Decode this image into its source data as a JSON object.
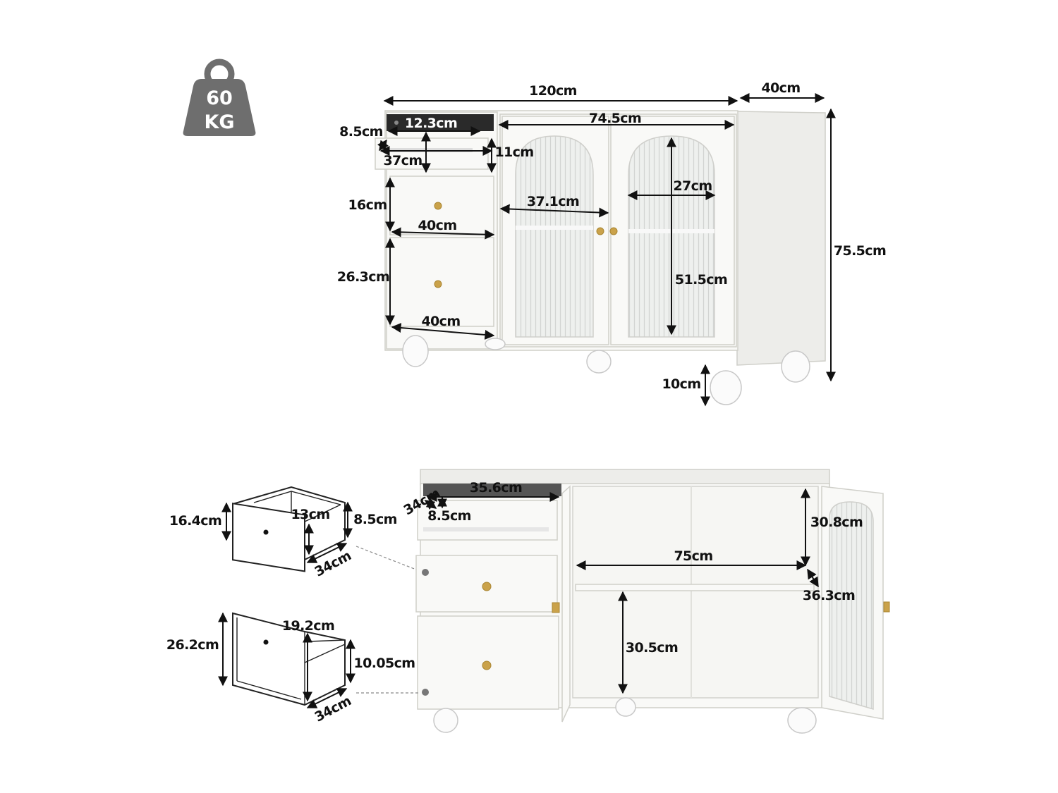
{
  "weight_badge": {
    "line1": "60",
    "line2": "KG"
  },
  "top_view": {
    "width": "120cm",
    "depth": "40cm",
    "height": "75.5cm",
    "tray_width": "12.3cm",
    "tray_height": "8.5cm",
    "pullout_width": "37cm",
    "pullout_height": "11cm",
    "cabinet_width": "74.5cm",
    "door_width": "37.1cm",
    "glass_width": "27cm",
    "glass_height": "51.5cm",
    "drawer1_height": "16cm",
    "drawer1_width": "40cm",
    "drawer2_height": "26.3cm",
    "drawer2_width": "40cm",
    "leg_height": "10cm"
  },
  "bottom_view": {
    "top_drawer_width": "35.6cm",
    "top_drawer_depth": "34cm",
    "top_drawer_height": "8.5cm",
    "interior_shelf_height": "30.8cm",
    "interior_width": "75cm",
    "interior_depth": "36.3cm",
    "lower_compartment_height": "30.5cm"
  },
  "drawer_small": {
    "outer_height": "16.4cm",
    "inner_height": "13cm",
    "side_height": "8.5cm",
    "depth": "34cm"
  },
  "drawer_large": {
    "outer_height": "26.2cm",
    "inner_width": "19.2cm",
    "side_height": "10.05cm",
    "depth": "34cm"
  },
  "colors": {
    "badge": "#6e6e6e",
    "hardware": "#caa24a",
    "cabinet": "#f9f9f7"
  }
}
